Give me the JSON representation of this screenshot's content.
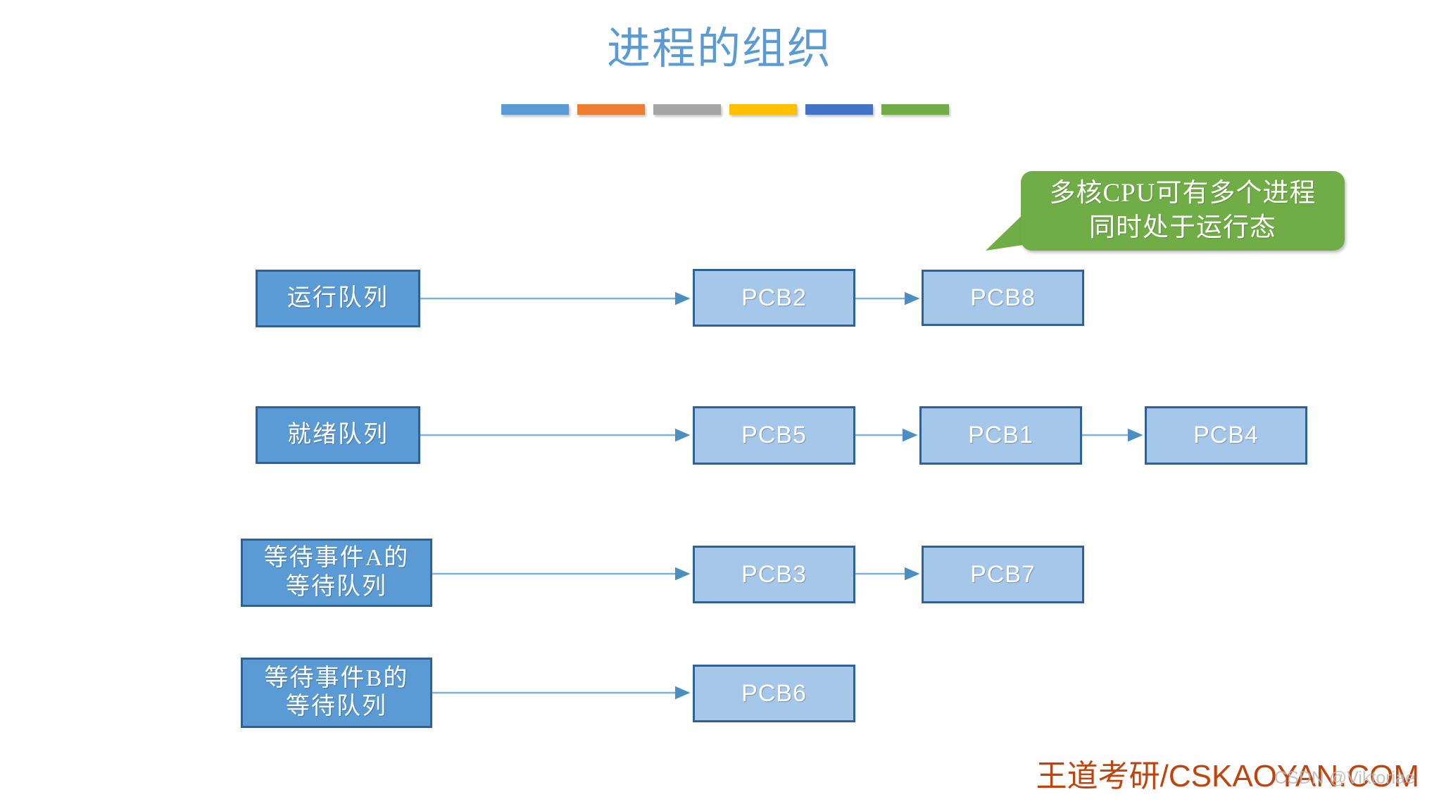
{
  "slide": {
    "title": "进程的组织",
    "title_color": "#5b9bd5",
    "background": "#ffffff"
  },
  "decor_bars": [
    {
      "name": "bar-blue",
      "color": "#5b9bd5"
    },
    {
      "name": "bar-orange",
      "color": "#ed7d31"
    },
    {
      "name": "bar-gray",
      "color": "#a5a5a5"
    },
    {
      "name": "bar-yellow",
      "color": "#ffc000"
    },
    {
      "name": "bar-darkblue",
      "color": "#4472c4"
    },
    {
      "name": "bar-green",
      "color": "#70ad47"
    }
  ],
  "callout": {
    "line1": "多核CPU可有多个进程",
    "line2": "同时处于运行态",
    "fill": "#70ad47",
    "text_color": "#ffffff"
  },
  "palette": {
    "queue_fill": "#5b9bd5",
    "pcb_fill": "#a5c7e9",
    "box_border": "#2f6195",
    "connector": "#5b9bd5",
    "brand_color": "#c0440e"
  },
  "queues": [
    {
      "id": "running-queue",
      "label": "运行队列",
      "label_lines": [
        "运行队列"
      ],
      "nodes": [
        "PCB2",
        "PCB8"
      ]
    },
    {
      "id": "ready-queue",
      "label": "就绪队列",
      "label_lines": [
        "就绪队列"
      ],
      "nodes": [
        "PCB5",
        "PCB1",
        "PCB4"
      ]
    },
    {
      "id": "wait-queue-event-a",
      "label": "等待事件A的等待队列",
      "label_lines": [
        "等待事件A的",
        "等待队列"
      ],
      "nodes": [
        "PCB3",
        "PCB7"
      ]
    },
    {
      "id": "wait-queue-event-b",
      "label": "等待事件B的等待队列",
      "label_lines": [
        "等待事件B的",
        "等待队列"
      ],
      "nodes": [
        "PCB6"
      ]
    }
  ],
  "boxes": {
    "q1_label": "运行队列",
    "q1_n1": "PCB2",
    "q1_n2": "PCB8",
    "q2_label": "就绪队列",
    "q2_n1": "PCB5",
    "q2_n2": "PCB1",
    "q2_n3": "PCB4",
    "q3_label_l1": "等待事件A的",
    "q3_label_l2": "等待队列",
    "q3_n1": "PCB3",
    "q3_n2": "PCB7",
    "q4_label_l1": "等待事件B的",
    "q4_label_l2": "等待队列",
    "q4_n1": "PCB6"
  },
  "footer": {
    "brand": "王道考研/CSKAOYAN.COM",
    "watermark": "CSDN @Viktoriae"
  }
}
